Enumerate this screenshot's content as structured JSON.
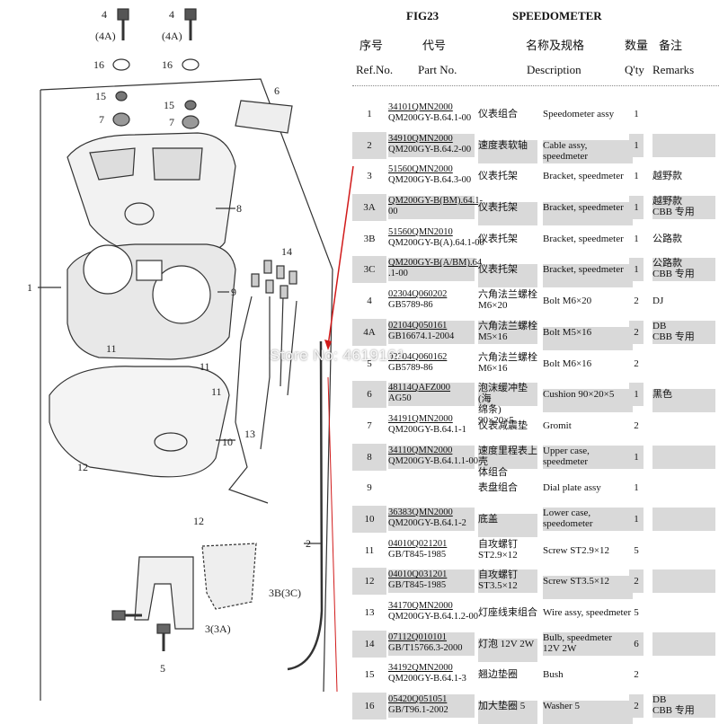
{
  "header": {
    "fig": "FIG23",
    "title": "SPEEDOMETER",
    "col_ref_cn": "序号",
    "col_part_cn": "代号",
    "col_desc_cn": "名称及规格",
    "col_qty_cn": "数量",
    "col_rem_cn": "备注",
    "col_ref_en": "Ref.No.",
    "col_part_en": "Part No.",
    "col_desc_en": "Description",
    "col_qty_en": "Q'ty",
    "col_rem_en": "Remarks"
  },
  "callouts": [
    "4",
    "(4A)",
    "4",
    "(4A)",
    "16",
    "16",
    "15",
    "15",
    "7",
    "7",
    "6",
    "8",
    "14",
    "1",
    "9",
    "11",
    "11",
    "11",
    "13",
    "10",
    "12",
    "12",
    "2",
    "3B(3C)",
    "3(3A)",
    "5"
  ],
  "rows": [
    {
      "ref": "1",
      "part": [
        "34101QMN2000",
        "QM200GY-B.64.1-00"
      ],
      "cn": [
        "仪表组合"
      ],
      "desc": [
        "Speedometer assy"
      ],
      "qty": "1",
      "rem": [],
      "shade": false
    },
    {
      "ref": "2",
      "part": [
        "34910QMN2000",
        "QM200GY-B.64.2-00"
      ],
      "cn": [
        "速度表软轴"
      ],
      "desc": [
        "Cable assy, speedmeter"
      ],
      "qty": "1",
      "rem": [],
      "shade": true
    },
    {
      "ref": "3",
      "part": [
        "51560QMN2000",
        "QM200GY-B.64.3-00"
      ],
      "cn": [
        "仪表托架"
      ],
      "desc": [
        "Bracket, speedmeter"
      ],
      "qty": "1",
      "rem": [
        "越野款"
      ],
      "shade": false
    },
    {
      "ref": "3A",
      "part": [
        "QM200GY-B(BM).64.1-",
        "00"
      ],
      "cn": [
        "仪表托架"
      ],
      "desc": [
        "Bracket, speedmeter"
      ],
      "qty": "1",
      "rem": [
        "越野款",
        "CBB 专用"
      ],
      "shade": true
    },
    {
      "ref": "3B",
      "part": [
        "51560QMN2010",
        "QM200GY-B(A).64.1-00"
      ],
      "cn": [
        "仪表托架"
      ],
      "desc": [
        "Bracket, speedmeter"
      ],
      "qty": "1",
      "rem": [
        "公路款"
      ],
      "shade": false
    },
    {
      "ref": "3C",
      "part": [
        "QM200GY-B(A/BM).64",
        ".1-00"
      ],
      "cn": [
        "仪表托架"
      ],
      "desc": [
        "Bracket, speedmeter"
      ],
      "qty": "1",
      "rem": [
        "公路款",
        "CBB 专用"
      ],
      "shade": true
    },
    {
      "ref": "4",
      "part": [
        "02304Q060202",
        "GB5789-86"
      ],
      "cn": [
        "六角法兰螺栓",
        "M6×20"
      ],
      "desc": [
        "Bolt M6×20"
      ],
      "qty": "2",
      "rem": [
        "DJ"
      ],
      "shade": false
    },
    {
      "ref": "4A",
      "part": [
        "02104Q050161",
        "GB16674.1-2004"
      ],
      "cn": [
        "六角法兰螺栓",
        "M5×16"
      ],
      "desc": [
        "Bolt M5×16"
      ],
      "qty": "2",
      "rem": [
        "DB",
        "CBB 专用"
      ],
      "shade": true
    },
    {
      "ref": "5",
      "part": [
        "02304Q060162",
        "GB5789-86"
      ],
      "cn": [
        "六角法兰螺栓",
        "M6×16"
      ],
      "desc": [
        "Bolt M6×16"
      ],
      "qty": "2",
      "rem": [],
      "shade": false
    },
    {
      "ref": "6",
      "part": [
        "48114QAFZ000",
        "AG50"
      ],
      "cn": [
        "泡沫缓冲垫(海",
        "绵条) 90×20×5"
      ],
      "desc": [
        "Cushion 90×20×5"
      ],
      "qty": "1",
      "rem": [
        "黑色"
      ],
      "shade": true
    },
    {
      "ref": "7",
      "part": [
        "34191QMN2000",
        "QM200GY-B.64.1-1"
      ],
      "cn": [
        "仪表减震垫"
      ],
      "desc": [
        "Gromit"
      ],
      "qty": "2",
      "rem": [],
      "shade": false
    },
    {
      "ref": "8",
      "part": [
        "34110QMN2000",
        "QM200GY-B.64.1.1-00"
      ],
      "cn": [
        "速度里程表上壳",
        "体组合"
      ],
      "desc": [
        "Upper case,",
        "speedmeter"
      ],
      "qty": "1",
      "rem": [],
      "shade": true
    },
    {
      "ref": "9",
      "part": [],
      "cn": [
        "表盘组合"
      ],
      "desc": [
        "Dial plate assy"
      ],
      "qty": "1",
      "rem": [],
      "shade": false
    },
    {
      "ref": "10",
      "part": [
        "36383QMN2000",
        "QM200GY-B.64.1-2"
      ],
      "cn": [
        "底盖"
      ],
      "desc": [
        "Lower case,",
        "speedometer"
      ],
      "qty": "1",
      "rem": [],
      "shade": true
    },
    {
      "ref": "11",
      "part": [
        "04010Q021201",
        "GB/T845-1985"
      ],
      "cn": [
        "自攻螺钉",
        "ST2.9×12"
      ],
      "desc": [
        "Screw ST2.9×12"
      ],
      "qty": "5",
      "rem": [],
      "shade": false
    },
    {
      "ref": "12",
      "part": [
        "04010Q031201",
        "GB/T845-1985"
      ],
      "cn": [
        "自攻螺钉",
        "ST3.5×12"
      ],
      "desc": [
        "Screw ST3.5×12"
      ],
      "qty": "2",
      "rem": [],
      "shade": true
    },
    {
      "ref": "13",
      "part": [
        "34170QMN2000",
        "QM200GY-B.64.1.2-00"
      ],
      "cn": [
        "灯座线束组合"
      ],
      "desc": [
        "Wire assy, speedmeter"
      ],
      "qty": "5",
      "rem": [],
      "shade": false
    },
    {
      "ref": "14",
      "part": [
        "07112Q010101",
        "GB/T15766.3-2000"
      ],
      "cn": [
        "灯泡 12V 2W"
      ],
      "desc": [
        "Bulb, speedmeter",
        "12V 2W"
      ],
      "qty": "6",
      "rem": [],
      "shade": true
    },
    {
      "ref": "15",
      "part": [
        "34192QMN2000",
        "QM200GY-B.64.1-3"
      ],
      "cn": [
        "翘边垫圈"
      ],
      "desc": [
        "Bush"
      ],
      "qty": "2",
      "rem": [],
      "shade": false
    },
    {
      "ref": "16",
      "part": [
        "05420Q051051",
        "GB/T96.1-2002"
      ],
      "cn": [
        "加大垫圈 5"
      ],
      "desc": [
        "Washer 5"
      ],
      "qty": "2",
      "rem": [
        "DB",
        "CBB 专用"
      ],
      "shade": true
    }
  ],
  "watermark": "Store No: 4619161",
  "colors": {
    "shade": "#d9d9d9",
    "line": "#333333",
    "arrow": "#d11a1a"
  }
}
